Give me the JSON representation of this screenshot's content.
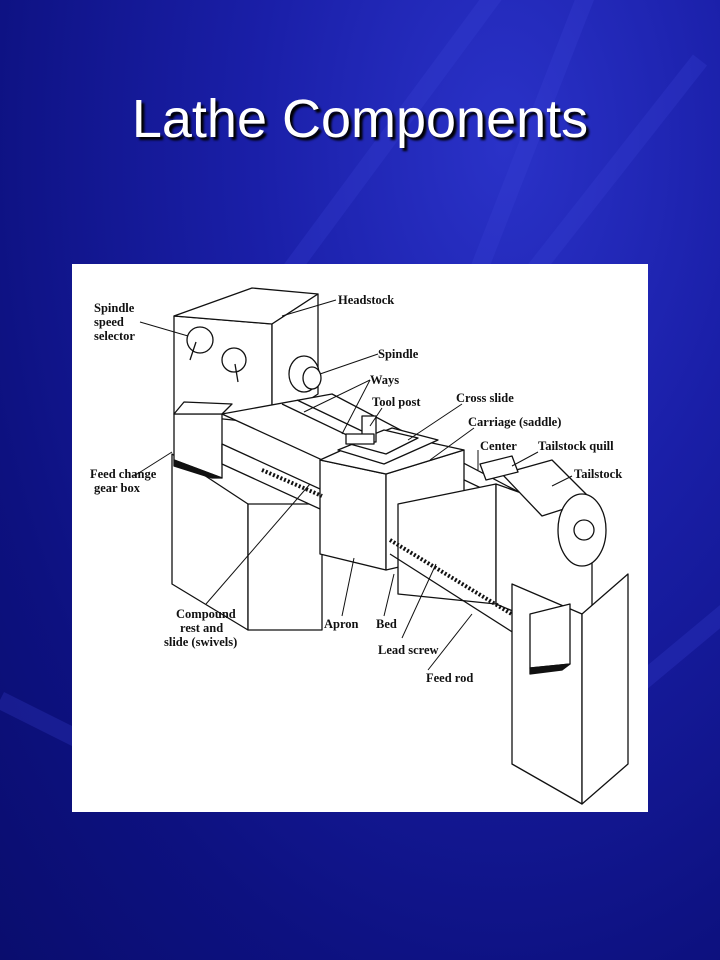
{
  "slide": {
    "title": "Lathe Components",
    "background_color": "#1a1fa8",
    "title_color": "#ffffff"
  },
  "diagram": {
    "labels": {
      "spindle_speed_selector": [
        "Spindle",
        "speed",
        "selector"
      ],
      "headstock": "Headstock",
      "spindle": "Spindle",
      "ways": "Ways",
      "tool_post": "Tool post",
      "cross_slide": "Cross slide",
      "carriage": "Carriage (saddle)",
      "center": "Center",
      "tailstock_quill": "Tailstock quill",
      "tailstock": "Tailstock",
      "feed_change_gear_box": [
        "Feed change",
        "gear box"
      ],
      "compound_rest": [
        "Compound",
        "rest and",
        "slide (swivels)"
      ],
      "apron": "Apron",
      "bed": "Bed",
      "lead_screw": "Lead screw",
      "feed_rod": "Feed rod"
    }
  }
}
